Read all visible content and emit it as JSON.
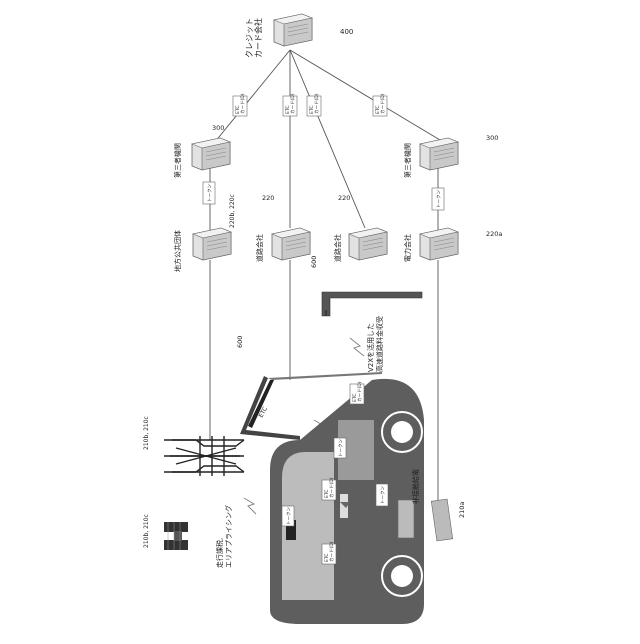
{
  "labels": {
    "credit_company": "クレジット\nカード会社",
    "ref_400": "400",
    "ref_300_left": "300",
    "ref_300_right": "300",
    "third_party_left": "第三者機関",
    "third_party_right": "第三者機関",
    "local_gov": "地方公共団体",
    "ref_220b": "220b, 220c",
    "road_a": "道路会社",
    "ref_220_a": "220",
    "road_b": "道路会社",
    "ref_220_b": "220",
    "power_company": "電力会社",
    "ref_220a": "220a",
    "ref_600_top": "600",
    "ref_600_gate": "600",
    "v2x_toll": "V2Xを活用した\n高速道路料金収受",
    "tower_ref": "210b, 210c",
    "sat_ref": "210b, 210c",
    "travel_charge": "走行課税,\nエリアプライシング",
    "wireless_power": "非接触給電",
    "ref_210a": "210a"
  },
  "etc_cards": [
    "ETC\nカード(D)",
    "ETC\nカード(D)",
    "ETC\nカード(D)",
    "ETC\nカード(D)"
  ],
  "tokens": [
    "トークン",
    "トークン",
    "トークン",
    "トークン",
    "トークン"
  ],
  "vehicle_etc": [
    "ETC\nカード(D)",
    "ETC\nカード(D)",
    "ETC\nカード(D)"
  ],
  "colors": {
    "car_body": "#5e5e5e",
    "car_window": "#bcbcbc",
    "line": "#444444",
    "server": "#d9d9d9"
  }
}
